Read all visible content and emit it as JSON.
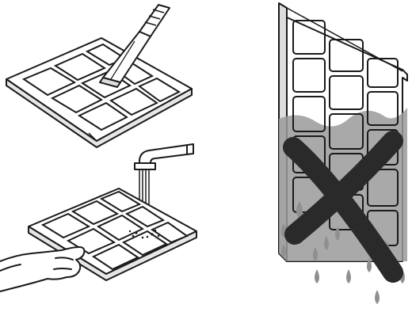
{
  "illustration": {
    "panels": [
      {
        "id": "vacuum-cleaning",
        "icon": "vacuum-nozzle-icon",
        "action": "allowed"
      },
      {
        "id": "tap-rinsing",
        "icon": "water-tap-icon",
        "action": "allowed"
      },
      {
        "id": "full-immersion",
        "icon": "prohibited-x-icon",
        "action": "forbidden"
      }
    ],
    "colors": {
      "line": "#1a1a1a",
      "filter_grey": "#c8c8c8",
      "water_grey": "#9a9a9a",
      "cross": "#2a2a2a",
      "drop": "#8f8f8f"
    }
  }
}
